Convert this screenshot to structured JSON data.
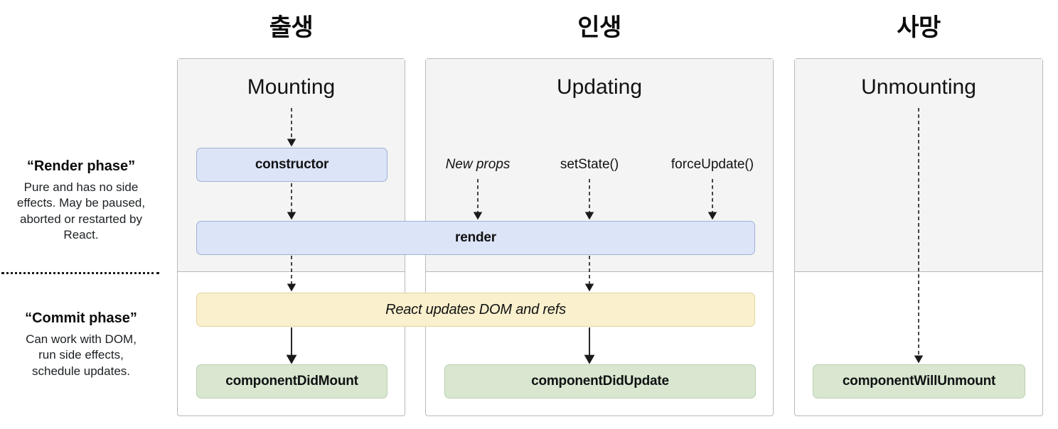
{
  "diagram": {
    "title_columns": [
      {
        "label": "출생",
        "meaning": "birth"
      },
      {
        "label": "인생",
        "meaning": "life"
      },
      {
        "label": "사망",
        "meaning": "death"
      }
    ],
    "sidebar": {
      "render_phase": {
        "title": "“Render phase”",
        "description": "Pure and has no side effects. May be paused, aborted or restarted by React."
      },
      "commit_phase": {
        "title": "“Commit phase”",
        "description": "Can work with DOM, run side effects, schedule updates."
      }
    },
    "panels": [
      {
        "id": "mounting",
        "title": "Mounting"
      },
      {
        "id": "updating",
        "title": "Updating"
      },
      {
        "id": "unmounting",
        "title": "Unmounting"
      }
    ],
    "triggers": [
      {
        "label": "New props",
        "style": "italic"
      },
      {
        "label": "setState()",
        "style": "normal"
      },
      {
        "label": "forceUpdate()",
        "style": "normal"
      }
    ],
    "boxes": {
      "constructor": "constructor",
      "render": "render",
      "react_updates": "React updates DOM and refs",
      "component_did_mount": "componentDidMount",
      "component_did_update": "componentDidUpdate",
      "component_will_unmount": "componentWillUnmount"
    },
    "colors": {
      "render_box": "#dce4f7",
      "render_box_border": "#9fb2d8",
      "commit_box": "#d9e7d1",
      "commit_box_border": "#b9cfae",
      "react_updates_box": "#faf0cd",
      "react_updates_box_border": "#e3d49b",
      "panel_render_zone": "#f4f4f4",
      "panel_border": "#b9b9b9",
      "background": "#ffffff",
      "arrow": "#1a1a1a"
    }
  }
}
